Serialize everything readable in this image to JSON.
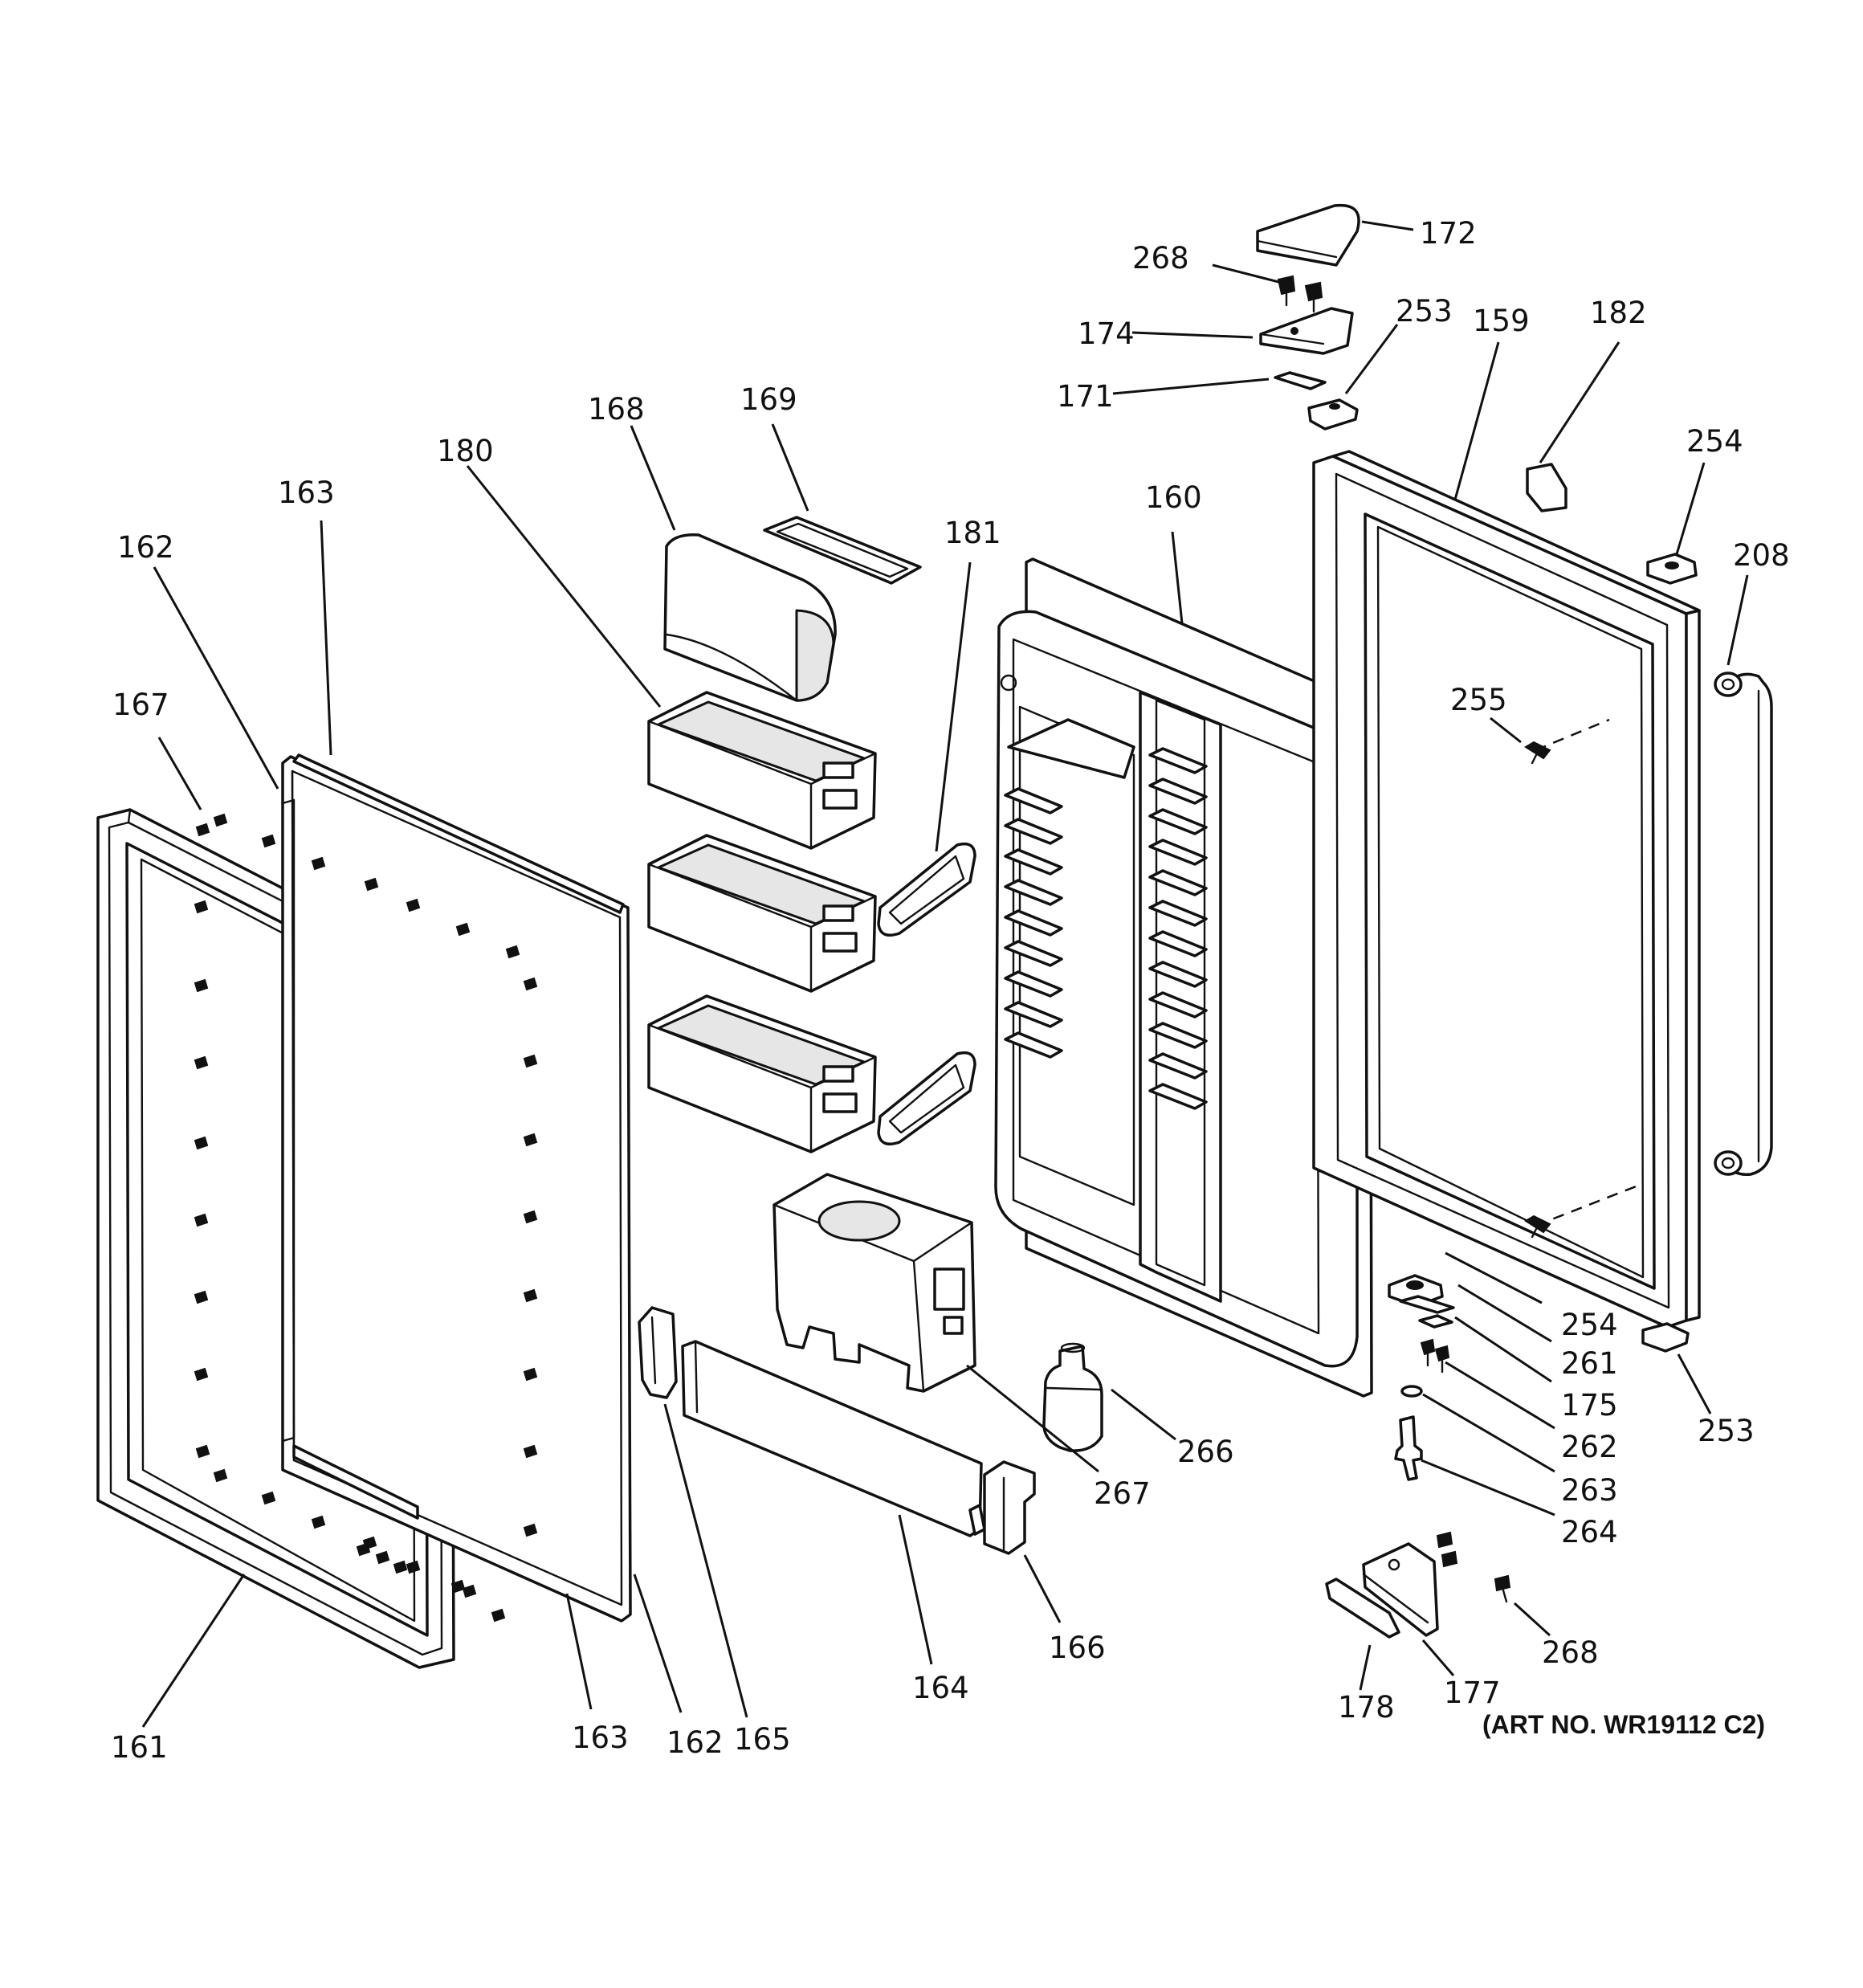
{
  "diagram": {
    "art_number": "(ART NO. WR19112 C2)",
    "callouts": [
      {
        "id": "c172a",
        "label": "172"
      },
      {
        "id": "c268a",
        "label": "268"
      },
      {
        "id": "c174",
        "label": "174"
      },
      {
        "id": "c253a",
        "label": "253"
      },
      {
        "id": "c171",
        "label": "171"
      },
      {
        "id": "c159",
        "label": "159"
      },
      {
        "id": "c182",
        "label": "182"
      },
      {
        "id": "c254a",
        "label": "254"
      },
      {
        "id": "c208",
        "label": "208"
      },
      {
        "id": "c168",
        "label": "168"
      },
      {
        "id": "c169",
        "label": "169"
      },
      {
        "id": "c180",
        "label": "180"
      },
      {
        "id": "c160",
        "label": "160"
      },
      {
        "id": "c181",
        "label": "181"
      },
      {
        "id": "c163a",
        "label": "163"
      },
      {
        "id": "c162a",
        "label": "162"
      },
      {
        "id": "c167",
        "label": "167"
      },
      {
        "id": "c255",
        "label": "255"
      },
      {
        "id": "c254b",
        "label": "254"
      },
      {
        "id": "c261",
        "label": "261"
      },
      {
        "id": "c175",
        "label": "175"
      },
      {
        "id": "c262",
        "label": "262"
      },
      {
        "id": "c263",
        "label": "263"
      },
      {
        "id": "c264",
        "label": "264"
      },
      {
        "id": "c253b",
        "label": "253"
      },
      {
        "id": "c266",
        "label": "266"
      },
      {
        "id": "c267",
        "label": "267"
      },
      {
        "id": "c166",
        "label": "166"
      },
      {
        "id": "c164",
        "label": "164"
      },
      {
        "id": "c165",
        "label": "165"
      },
      {
        "id": "c162b",
        "label": "162"
      },
      {
        "id": "c163b",
        "label": "163"
      },
      {
        "id": "c161",
        "label": "161"
      },
      {
        "id": "c268b",
        "label": "268"
      },
      {
        "id": "c177",
        "label": "177"
      },
      {
        "id": "c178",
        "label": "178"
      }
    ]
  }
}
